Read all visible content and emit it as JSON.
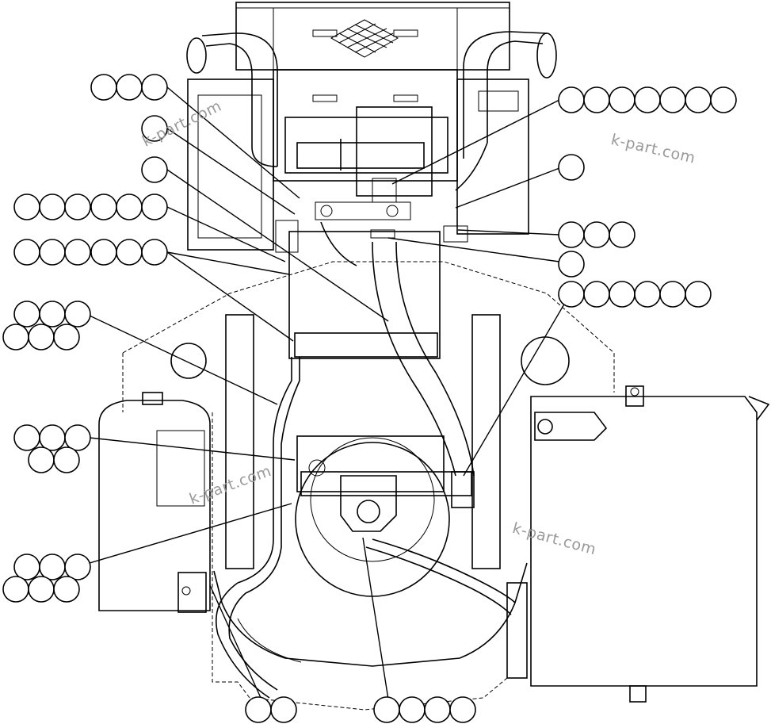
{
  "watermarks": [
    "k-part.com",
    "k-part.com",
    "k-part.com",
    "k-part.com"
  ],
  "callouts": [
    {
      "id": "c1",
      "bubbles": 3
    },
    {
      "id": "c2",
      "bubbles": 1
    },
    {
      "id": "c3",
      "bubbles": 1
    },
    {
      "id": "c4",
      "bubbles": 6
    },
    {
      "id": "c5",
      "bubbles": 6
    },
    {
      "id": "c6",
      "bubbles": 6
    },
    {
      "id": "c7",
      "bubbles": 5
    },
    {
      "id": "c8",
      "bubbles": 6
    },
    {
      "id": "c9",
      "bubbles": 2
    },
    {
      "id": "c10",
      "bubbles": 4
    },
    {
      "id": "c11",
      "bubbles": 7
    },
    {
      "id": "c12",
      "bubbles": 1
    },
    {
      "id": "c13",
      "bubbles": 3
    },
    {
      "id": "c14",
      "bubbles": 1
    },
    {
      "id": "c15",
      "bubbles": 6
    }
  ]
}
